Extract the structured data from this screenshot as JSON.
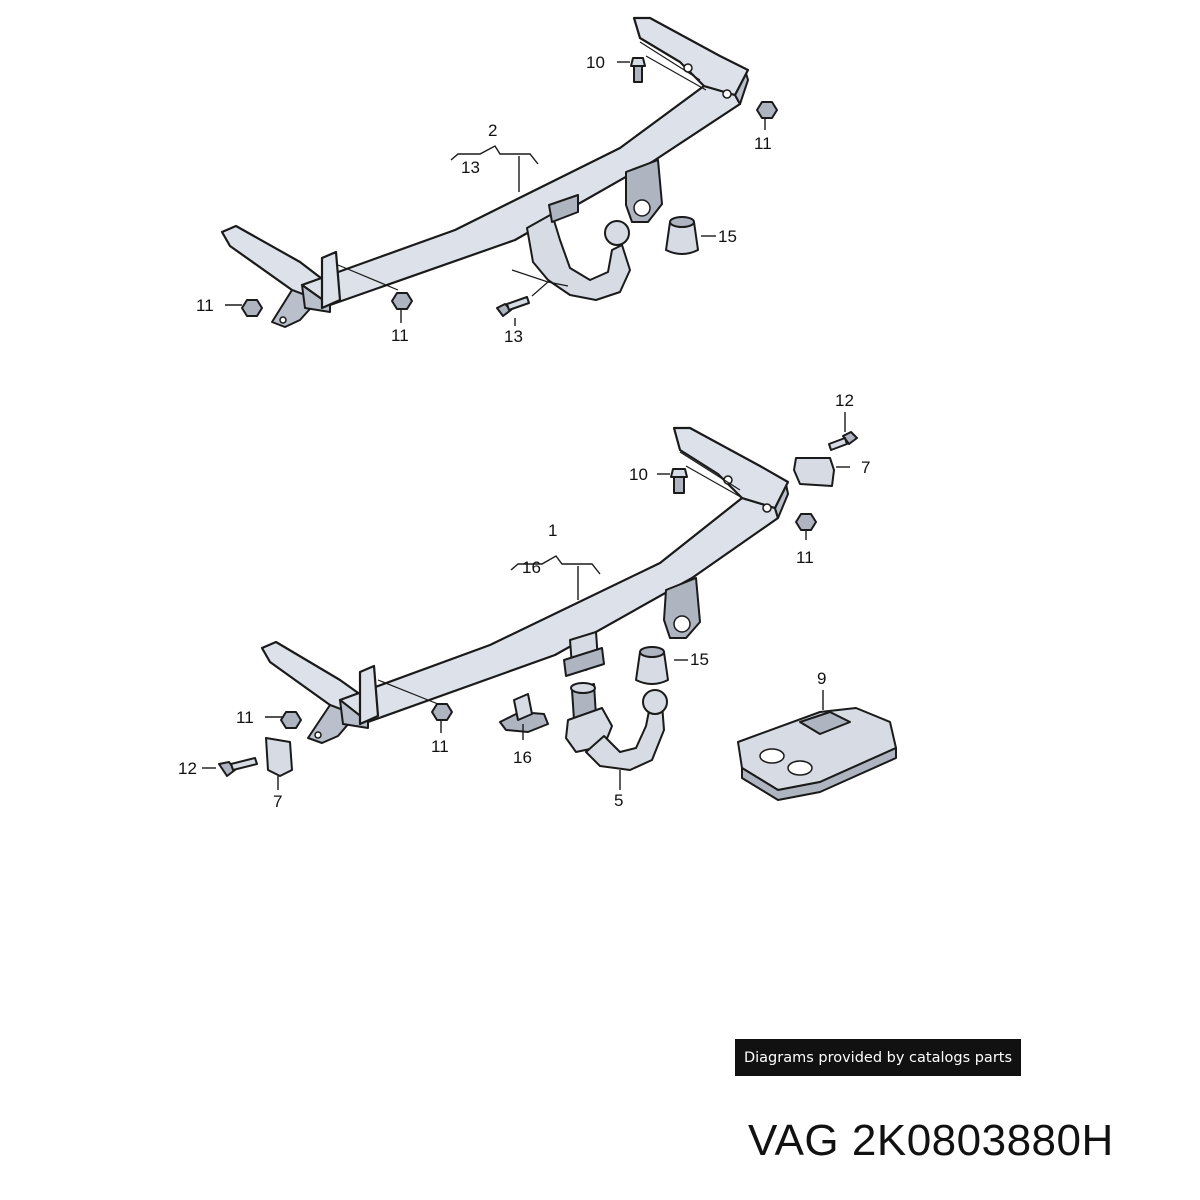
{
  "labels": {
    "top": {
      "l2": "2",
      "l13_bracket": "13",
      "l10": "10",
      "l11_right": "11",
      "l15": "15",
      "l11_left": "11",
      "l11_mid": "11",
      "l13_bolt": "13"
    },
    "bottom": {
      "l12_top": "12",
      "l7_right": "7",
      "l10": "10",
      "l11_right": "11",
      "l1": "1",
      "l16_bracket": "16",
      "l15": "15",
      "l9": "9",
      "l11_left": "11",
      "l11_mid": "11",
      "l16_part": "16",
      "l12_left": "12",
      "l7_left": "7",
      "l5": "5"
    }
  },
  "credit": "Diagrams provided by catalogs parts",
  "part_number": "VAG 2K0803880H"
}
